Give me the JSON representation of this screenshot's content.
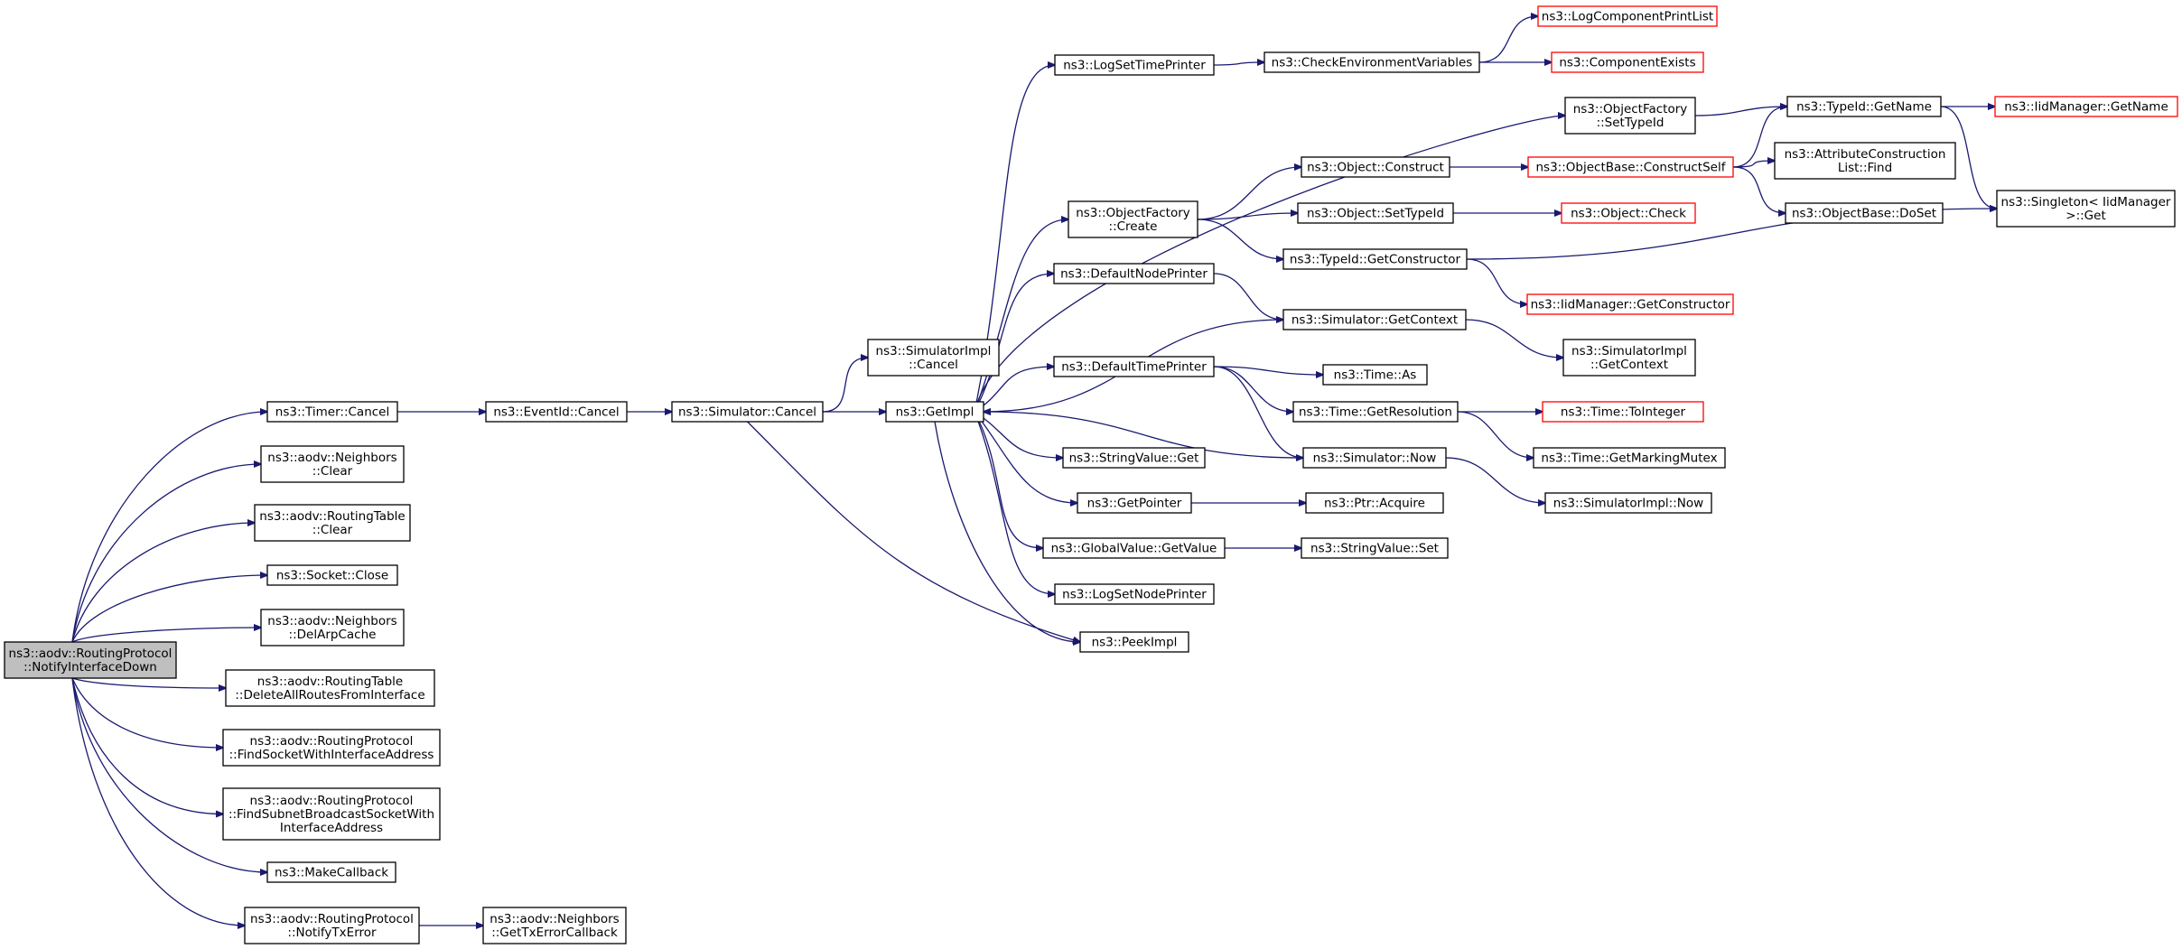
{
  "graph": {
    "kind": "call-graph",
    "colors": {
      "edge": "#191970",
      "node_border": "#000000",
      "truncated_node_border": "#ff0000",
      "root_fill": "#bfbfbf"
    },
    "nodes": [
      {
        "id": "root",
        "lines": [
          "ns3::aodv::RoutingProtocol",
          "::NotifyInterfaceDown"
        ],
        "style": "root"
      },
      {
        "id": "timer_cancel",
        "lines": [
          "ns3::Timer::Cancel"
        ]
      },
      {
        "id": "neighbors_clear",
        "lines": [
          "ns3::aodv::Neighbors",
          "::Clear"
        ]
      },
      {
        "id": "rt_clear",
        "lines": [
          "ns3::aodv::RoutingTable",
          "::Clear"
        ]
      },
      {
        "id": "socket_close",
        "lines": [
          "ns3::Socket::Close"
        ]
      },
      {
        "id": "delarp",
        "lines": [
          "ns3::aodv::Neighbors",
          "::DelArpCache"
        ]
      },
      {
        "id": "delall",
        "lines": [
          "ns3::aodv::RoutingTable",
          "::DeleteAllRoutesFromInterface"
        ]
      },
      {
        "id": "findsock",
        "lines": [
          "ns3::aodv::RoutingProtocol",
          "::FindSocketWithInterfaceAddress"
        ]
      },
      {
        "id": "findsubnet",
        "lines": [
          "ns3::aodv::RoutingProtocol",
          "::FindSubnetBroadcastSocketWith",
          "InterfaceAddress"
        ]
      },
      {
        "id": "makecb",
        "lines": [
          "ns3::MakeCallback"
        ]
      },
      {
        "id": "notifytx",
        "lines": [
          "ns3::aodv::RoutingProtocol",
          "::NotifyTxError"
        ]
      },
      {
        "id": "gettxcb",
        "lines": [
          "ns3::aodv::Neighbors",
          "::GetTxErrorCallback"
        ]
      },
      {
        "id": "eventid_cancel",
        "lines": [
          "ns3::EventId::Cancel"
        ]
      },
      {
        "id": "sim_cancel",
        "lines": [
          "ns3::Simulator::Cancel"
        ]
      },
      {
        "id": "simimpl_cancel",
        "lines": [
          "ns3::SimulatorImpl",
          "::Cancel"
        ]
      },
      {
        "id": "getimpl",
        "lines": [
          "ns3::GetImpl"
        ]
      },
      {
        "id": "logsettime",
        "lines": [
          "ns3::LogSetTimePrinter"
        ]
      },
      {
        "id": "checkenv",
        "lines": [
          "ns3::CheckEnvironmentVariables"
        ]
      },
      {
        "id": "logcomp",
        "lines": [
          "ns3::LogComponentPrintList"
        ],
        "style": "red"
      },
      {
        "id": "compexists",
        "lines": [
          "ns3::ComponentExists"
        ],
        "style": "red"
      },
      {
        "id": "of_settypeid",
        "lines": [
          "ns3::ObjectFactory",
          "::SetTypeId"
        ]
      },
      {
        "id": "typeid_getname",
        "lines": [
          "ns3::TypeId::GetName"
        ]
      },
      {
        "id": "iid_getname",
        "lines": [
          "ns3::IidManager::GetName"
        ],
        "style": "red"
      },
      {
        "id": "of_create",
        "lines": [
          "ns3::ObjectFactory",
          "::Create"
        ]
      },
      {
        "id": "obj_construct",
        "lines": [
          "ns3::Object::Construct"
        ]
      },
      {
        "id": "ob_constructself",
        "lines": [
          "ns3::ObjectBase::ConstructSelf"
        ],
        "style": "red"
      },
      {
        "id": "attr_find",
        "lines": [
          "ns3::AttributeConstruction",
          "List::Find"
        ]
      },
      {
        "id": "ob_doset",
        "lines": [
          "ns3::ObjectBase::DoSet"
        ]
      },
      {
        "id": "singleton_get",
        "lines": [
          "ns3::Singleton< IidManager",
          ">::Get"
        ]
      },
      {
        "id": "obj_settypeid",
        "lines": [
          "ns3::Object::SetTypeId"
        ]
      },
      {
        "id": "obj_check",
        "lines": [
          "ns3::Object::Check"
        ],
        "style": "red"
      },
      {
        "id": "typeid_getctor",
        "lines": [
          "ns3::TypeId::GetConstructor"
        ]
      },
      {
        "id": "iid_getctor",
        "lines": [
          "ns3::IidManager::GetConstructor"
        ],
        "style": "red"
      },
      {
        "id": "defnodeprinter",
        "lines": [
          "ns3::DefaultNodePrinter"
        ]
      },
      {
        "id": "sim_getcontext",
        "lines": [
          "ns3::Simulator::GetContext"
        ]
      },
      {
        "id": "simimpl_getcontext",
        "lines": [
          "ns3::SimulatorImpl",
          "::GetContext"
        ]
      },
      {
        "id": "deftimeprinter",
        "lines": [
          "ns3::DefaultTimePrinter"
        ]
      },
      {
        "id": "time_as",
        "lines": [
          "ns3::Time::As"
        ]
      },
      {
        "id": "time_getres",
        "lines": [
          "ns3::Time::GetResolution"
        ]
      },
      {
        "id": "time_tointeger",
        "lines": [
          "ns3::Time::ToInteger"
        ],
        "style": "red"
      },
      {
        "id": "time_mutex",
        "lines": [
          "ns3::Time::GetMarkingMutex"
        ]
      },
      {
        "id": "sim_now",
        "lines": [
          "ns3::Simulator::Now"
        ]
      },
      {
        "id": "simimpl_now",
        "lines": [
          "ns3::SimulatorImpl::Now"
        ]
      },
      {
        "id": "strval_get",
        "lines": [
          "ns3::StringValue::Get"
        ]
      },
      {
        "id": "getpointer",
        "lines": [
          "ns3::GetPointer"
        ]
      },
      {
        "id": "ptr_acquire",
        "lines": [
          "ns3::Ptr::Acquire"
        ]
      },
      {
        "id": "gv_getvalue",
        "lines": [
          "ns3::GlobalValue::GetValue"
        ]
      },
      {
        "id": "strval_set",
        "lines": [
          "ns3::StringValue::Set"
        ]
      },
      {
        "id": "logsetnode",
        "lines": [
          "ns3::LogSetNodePrinter"
        ]
      },
      {
        "id": "peekimpl",
        "lines": [
          "ns3::PeekImpl"
        ]
      }
    ],
    "edges": [
      [
        "root",
        "timer_cancel"
      ],
      [
        "root",
        "neighbors_clear"
      ],
      [
        "root",
        "rt_clear"
      ],
      [
        "root",
        "socket_close"
      ],
      [
        "root",
        "delarp"
      ],
      [
        "root",
        "delall"
      ],
      [
        "root",
        "findsock"
      ],
      [
        "root",
        "findsubnet"
      ],
      [
        "root",
        "makecb"
      ],
      [
        "root",
        "notifytx"
      ],
      [
        "notifytx",
        "gettxcb"
      ],
      [
        "timer_cancel",
        "eventid_cancel"
      ],
      [
        "eventid_cancel",
        "sim_cancel"
      ],
      [
        "sim_cancel",
        "simimpl_cancel"
      ],
      [
        "sim_cancel",
        "getimpl"
      ],
      [
        "sim_cancel",
        "peekimpl"
      ],
      [
        "getimpl",
        "logsettime"
      ],
      [
        "logsettime",
        "checkenv"
      ],
      [
        "checkenv",
        "logcomp"
      ],
      [
        "checkenv",
        "compexists"
      ],
      [
        "getimpl",
        "of_settypeid"
      ],
      [
        "of_settypeid",
        "typeid_getname"
      ],
      [
        "typeid_getname",
        "iid_getname"
      ],
      [
        "typeid_getname",
        "singleton_get"
      ],
      [
        "getimpl",
        "of_create"
      ],
      [
        "of_create",
        "obj_construct"
      ],
      [
        "of_create",
        "obj_settypeid"
      ],
      [
        "of_create",
        "typeid_getctor"
      ],
      [
        "obj_construct",
        "ob_constructself"
      ],
      [
        "ob_constructself",
        "typeid_getname"
      ],
      [
        "ob_constructself",
        "attr_find"
      ],
      [
        "ob_constructself",
        "ob_doset"
      ],
      [
        "obj_settypeid",
        "obj_check"
      ],
      [
        "typeid_getctor",
        "singleton_get"
      ],
      [
        "typeid_getctor",
        "iid_getctor"
      ],
      [
        "getimpl",
        "defnodeprinter"
      ],
      [
        "defnodeprinter",
        "sim_getcontext"
      ],
      [
        "sim_getcontext",
        "getimpl"
      ],
      [
        "sim_getcontext",
        "simimpl_getcontext"
      ],
      [
        "getimpl",
        "deftimeprinter"
      ],
      [
        "deftimeprinter",
        "time_as"
      ],
      [
        "deftimeprinter",
        "time_getres"
      ],
      [
        "deftimeprinter",
        "sim_now"
      ],
      [
        "time_getres",
        "time_tointeger"
      ],
      [
        "time_getres",
        "time_mutex"
      ],
      [
        "sim_now",
        "getimpl"
      ],
      [
        "sim_now",
        "simimpl_now"
      ],
      [
        "getimpl",
        "strval_get"
      ],
      [
        "getimpl",
        "getpointer"
      ],
      [
        "getpointer",
        "ptr_acquire"
      ],
      [
        "getimpl",
        "gv_getvalue"
      ],
      [
        "gv_getvalue",
        "strval_set"
      ],
      [
        "getimpl",
        "logsetnode"
      ],
      [
        "getimpl",
        "peekimpl"
      ]
    ]
  }
}
